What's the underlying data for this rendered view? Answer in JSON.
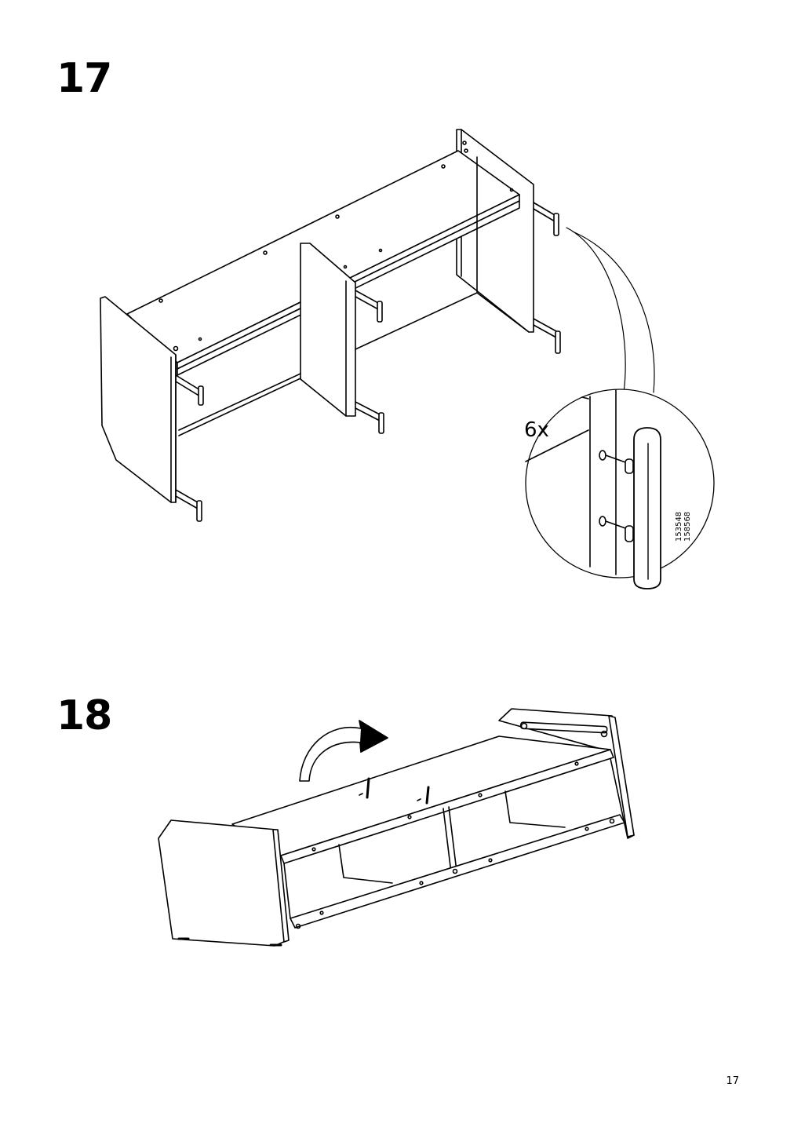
{
  "steps": [
    {
      "number": "17",
      "callout": {
        "quantity": "6x",
        "part_numbers": [
          "153548",
          "158568"
        ]
      }
    },
    {
      "number": "18"
    }
  ],
  "page_number": "17"
}
